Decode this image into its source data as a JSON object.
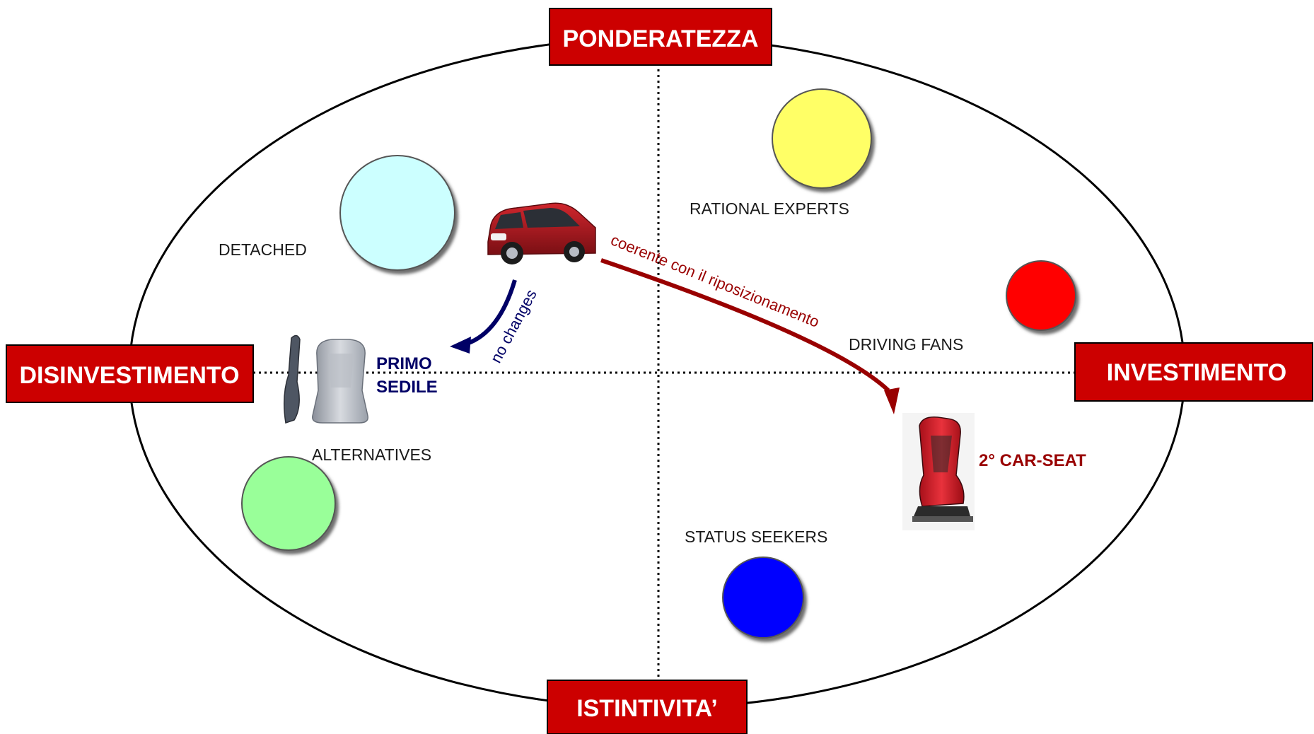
{
  "colors": {
    "axis_box": "#cc0000",
    "ellipse": "#000000",
    "detached": "#ccffff",
    "rational_experts": "#ffff66",
    "driving_fans": "#ff0000",
    "alternatives": "#99ff99",
    "status_seekers": "#0000ff",
    "primo_sedile": "#000066",
    "car_seat_2": "#990000"
  },
  "axes": {
    "top": "PONDERATEZZA",
    "bottom": "ISTINTIVITA’",
    "left": "DISINVESTIMENTO",
    "right": "INVESTIMENTO"
  },
  "segments": {
    "detached": "DETACHED",
    "rational_experts": "RATIONAL EXPERTS",
    "driving_fans": "DRIVING FANS",
    "alternatives": "ALTERNATIVES",
    "status_seekers": "STATUS SEEKERS"
  },
  "products": {
    "primo_sedile_line1": "PRIMO",
    "primo_sedile_line2": "SEDILE",
    "car_seat_2": "2° CAR-SEAT"
  },
  "arrows": {
    "no_changes": "no changes",
    "riposizionamento": "coerente con il riposizionamento"
  }
}
